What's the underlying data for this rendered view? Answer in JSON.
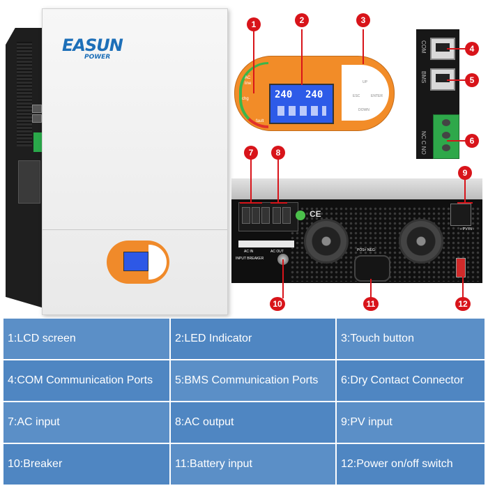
{
  "brand": {
    "name": "EASUN",
    "sub": "POWER"
  },
  "panel": {
    "lcd_input": "240",
    "lcd_output": "240",
    "led_labels": [
      "AC",
      "line",
      "chg",
      "fault"
    ],
    "buttons": [
      "ESC",
      "ENTER",
      "UP",
      "DOWN"
    ]
  },
  "ports": {
    "com_label": "COM",
    "bms_label": "BMS",
    "dry_label": "NC C NO"
  },
  "back": {
    "ac_in_label": "AC IN",
    "ac_out_label": "AC OUT",
    "breaker_label": "INPUT BREAKER",
    "battery_label": "POS+  NEG-",
    "pv_label": "+ PV IN -",
    "ce_mark": "CE"
  },
  "markers": [
    "1",
    "2",
    "3",
    "4",
    "5",
    "6",
    "7",
    "8",
    "9",
    "10",
    "11",
    "12"
  ],
  "legend": [
    "1:LCD screen",
    "2:LED Indicator",
    "3:Touch button",
    "4:COM Communication Ports",
    "5:BMS Communication Ports",
    "6:Dry Contact Connector",
    "7:AC input",
    "8:AC output",
    "9:PV input",
    "10:Breaker",
    "11:Battery input",
    "12:Power on/off switch"
  ],
  "colors": {
    "marker": "#d8141a",
    "table_bg": "#5b8fc7",
    "panel_orange": "#f28c28",
    "lcd_blue": "#2d5be8"
  }
}
